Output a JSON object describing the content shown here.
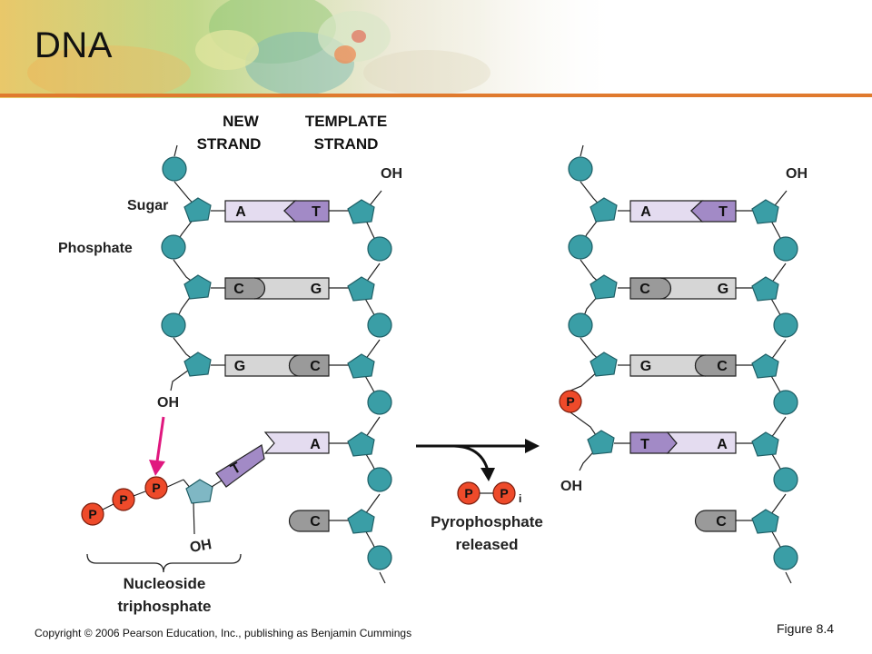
{
  "slide": {
    "title": "DNA",
    "copyright": "Copyright © 2006 Pearson Education, Inc., publishing as Benjamin Cummings",
    "figure": "Figure 8.4"
  },
  "labels": {
    "new_strand_1": "NEW",
    "new_strand_2": "STRAND",
    "template_strand_1": "TEMPLATE",
    "template_strand_2": "STRAND",
    "sugar": "Sugar",
    "phosphate": "Phosphate",
    "oh": "OH",
    "nucleoside_1": "Nucleoside",
    "nucleoside_2": "triphosphate",
    "pyro_1": "Pyrophosphate",
    "pyro_2": "released",
    "pi_sub": "i",
    "p": "P"
  },
  "bases": {
    "A": "A",
    "T": "T",
    "C": "C",
    "G": "G"
  },
  "colors": {
    "phosphate_teal": "#3a9ea6",
    "sugar_teal": "#3a9ea6",
    "sugar_light": "#7fb7c4",
    "purple_light": "#e4dcf0",
    "purple_dark": "#a28ac6",
    "gray_light": "#d6d6d6",
    "gray_dark": "#9a9a9a",
    "red_phosphate": "#ee4a2a",
    "magenta_arrow": "#e0187f",
    "title_rule": "#e07a2e"
  }
}
